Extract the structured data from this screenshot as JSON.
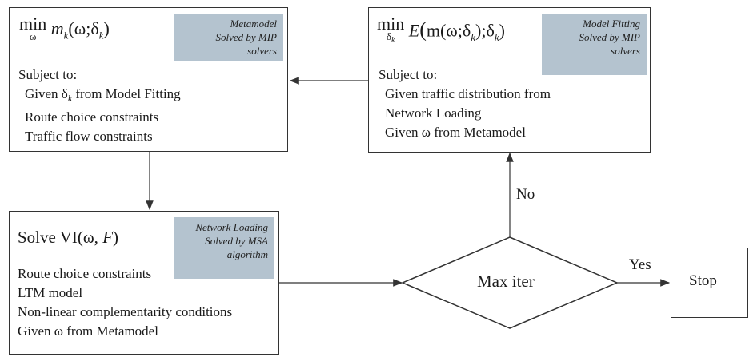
{
  "metamodel": {
    "formula": {
      "op": "min",
      "under": "ω",
      "body": "m",
      "sub": "k",
      "args": "(ω;δ",
      "args_sub": "k",
      "args_close": ")"
    },
    "tag": [
      "Metamodel",
      "Solved by MIP",
      "solvers"
    ],
    "subject": "Subject to:",
    "lines": [
      {
        "pre": "Given  δ",
        "sub": "k",
        "post": " from Model Fitting"
      },
      {
        "pre": "Route choice constraints"
      },
      {
        "pre": "Traffic flow constraints"
      }
    ]
  },
  "model_fitting": {
    "formula": {
      "op": "min",
      "under": "δ",
      "under_sub": "k",
      "body": "E",
      "args": "m(ω;δ",
      "args_sub": "k",
      "args_close": ");δ",
      "args_sub2": "k",
      "args_close2": ")"
    },
    "tag": [
      "Model Fitting",
      "Solved by MIP",
      "solvers"
    ],
    "subject": "Subject to:",
    "lines": [
      {
        "pre": "Given traffic distribution from"
      },
      {
        "pre": "Network Loading"
      },
      {
        "pre": "Given ω from Metamodel"
      }
    ]
  },
  "network_loading": {
    "formula": {
      "pre": "Solve VI(ω, ",
      "var": "F",
      "post": ")"
    },
    "tag": [
      "Network Loading",
      "Solved by MSA",
      "algorithm"
    ],
    "lines": [
      {
        "pre": "Route choice constraints"
      },
      {
        "pre": "LTM model"
      },
      {
        "pre": "Non-linear complementarity conditions"
      },
      {
        "pre": "Given  ω  from Metamodel"
      }
    ]
  },
  "decision": {
    "label": "Max iter"
  },
  "stop": {
    "label": "Stop"
  },
  "edges": {
    "no": "No",
    "yes": "Yes"
  }
}
